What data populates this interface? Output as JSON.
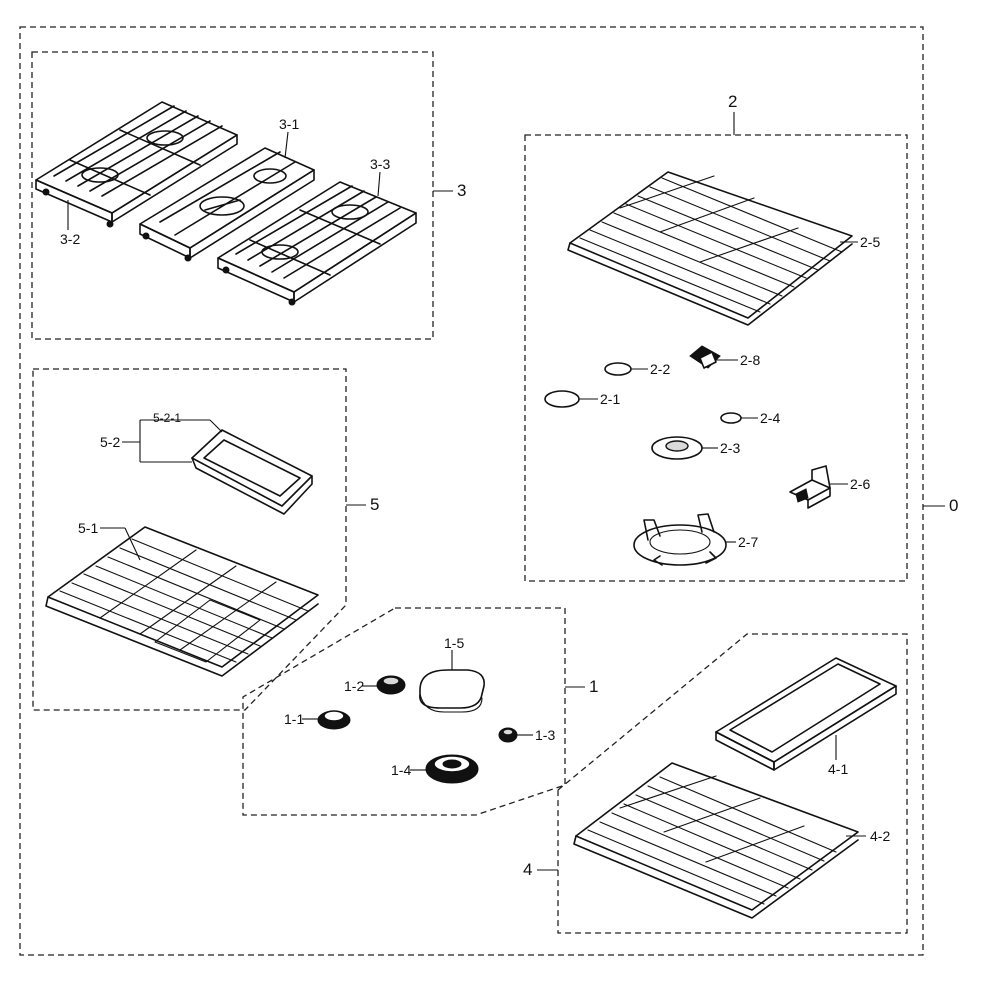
{
  "labels": {
    "assy_0": "0",
    "grp_1": "1",
    "p1_1": "1-1",
    "p1_2": "1-2",
    "p1_3": "1-3",
    "p1_4": "1-4",
    "p1_5": "1-5",
    "grp_2": "2",
    "p2_1": "2-1",
    "p2_2": "2-2",
    "p2_3": "2-3",
    "p2_4": "2-4",
    "p2_5": "2-5",
    "p2_6": "2-6",
    "p2_7": "2-7",
    "p2_8": "2-8",
    "grp_3": "3",
    "p3_1": "3-1",
    "p3_2": "3-2",
    "p3_3": "3-3",
    "grp_4": "4",
    "p4_1": "4-1",
    "p4_2": "4-2",
    "grp_5": "5",
    "p5_1": "5-1",
    "p5_2": "5-2",
    "p5_2_1": "5-2-1"
  }
}
